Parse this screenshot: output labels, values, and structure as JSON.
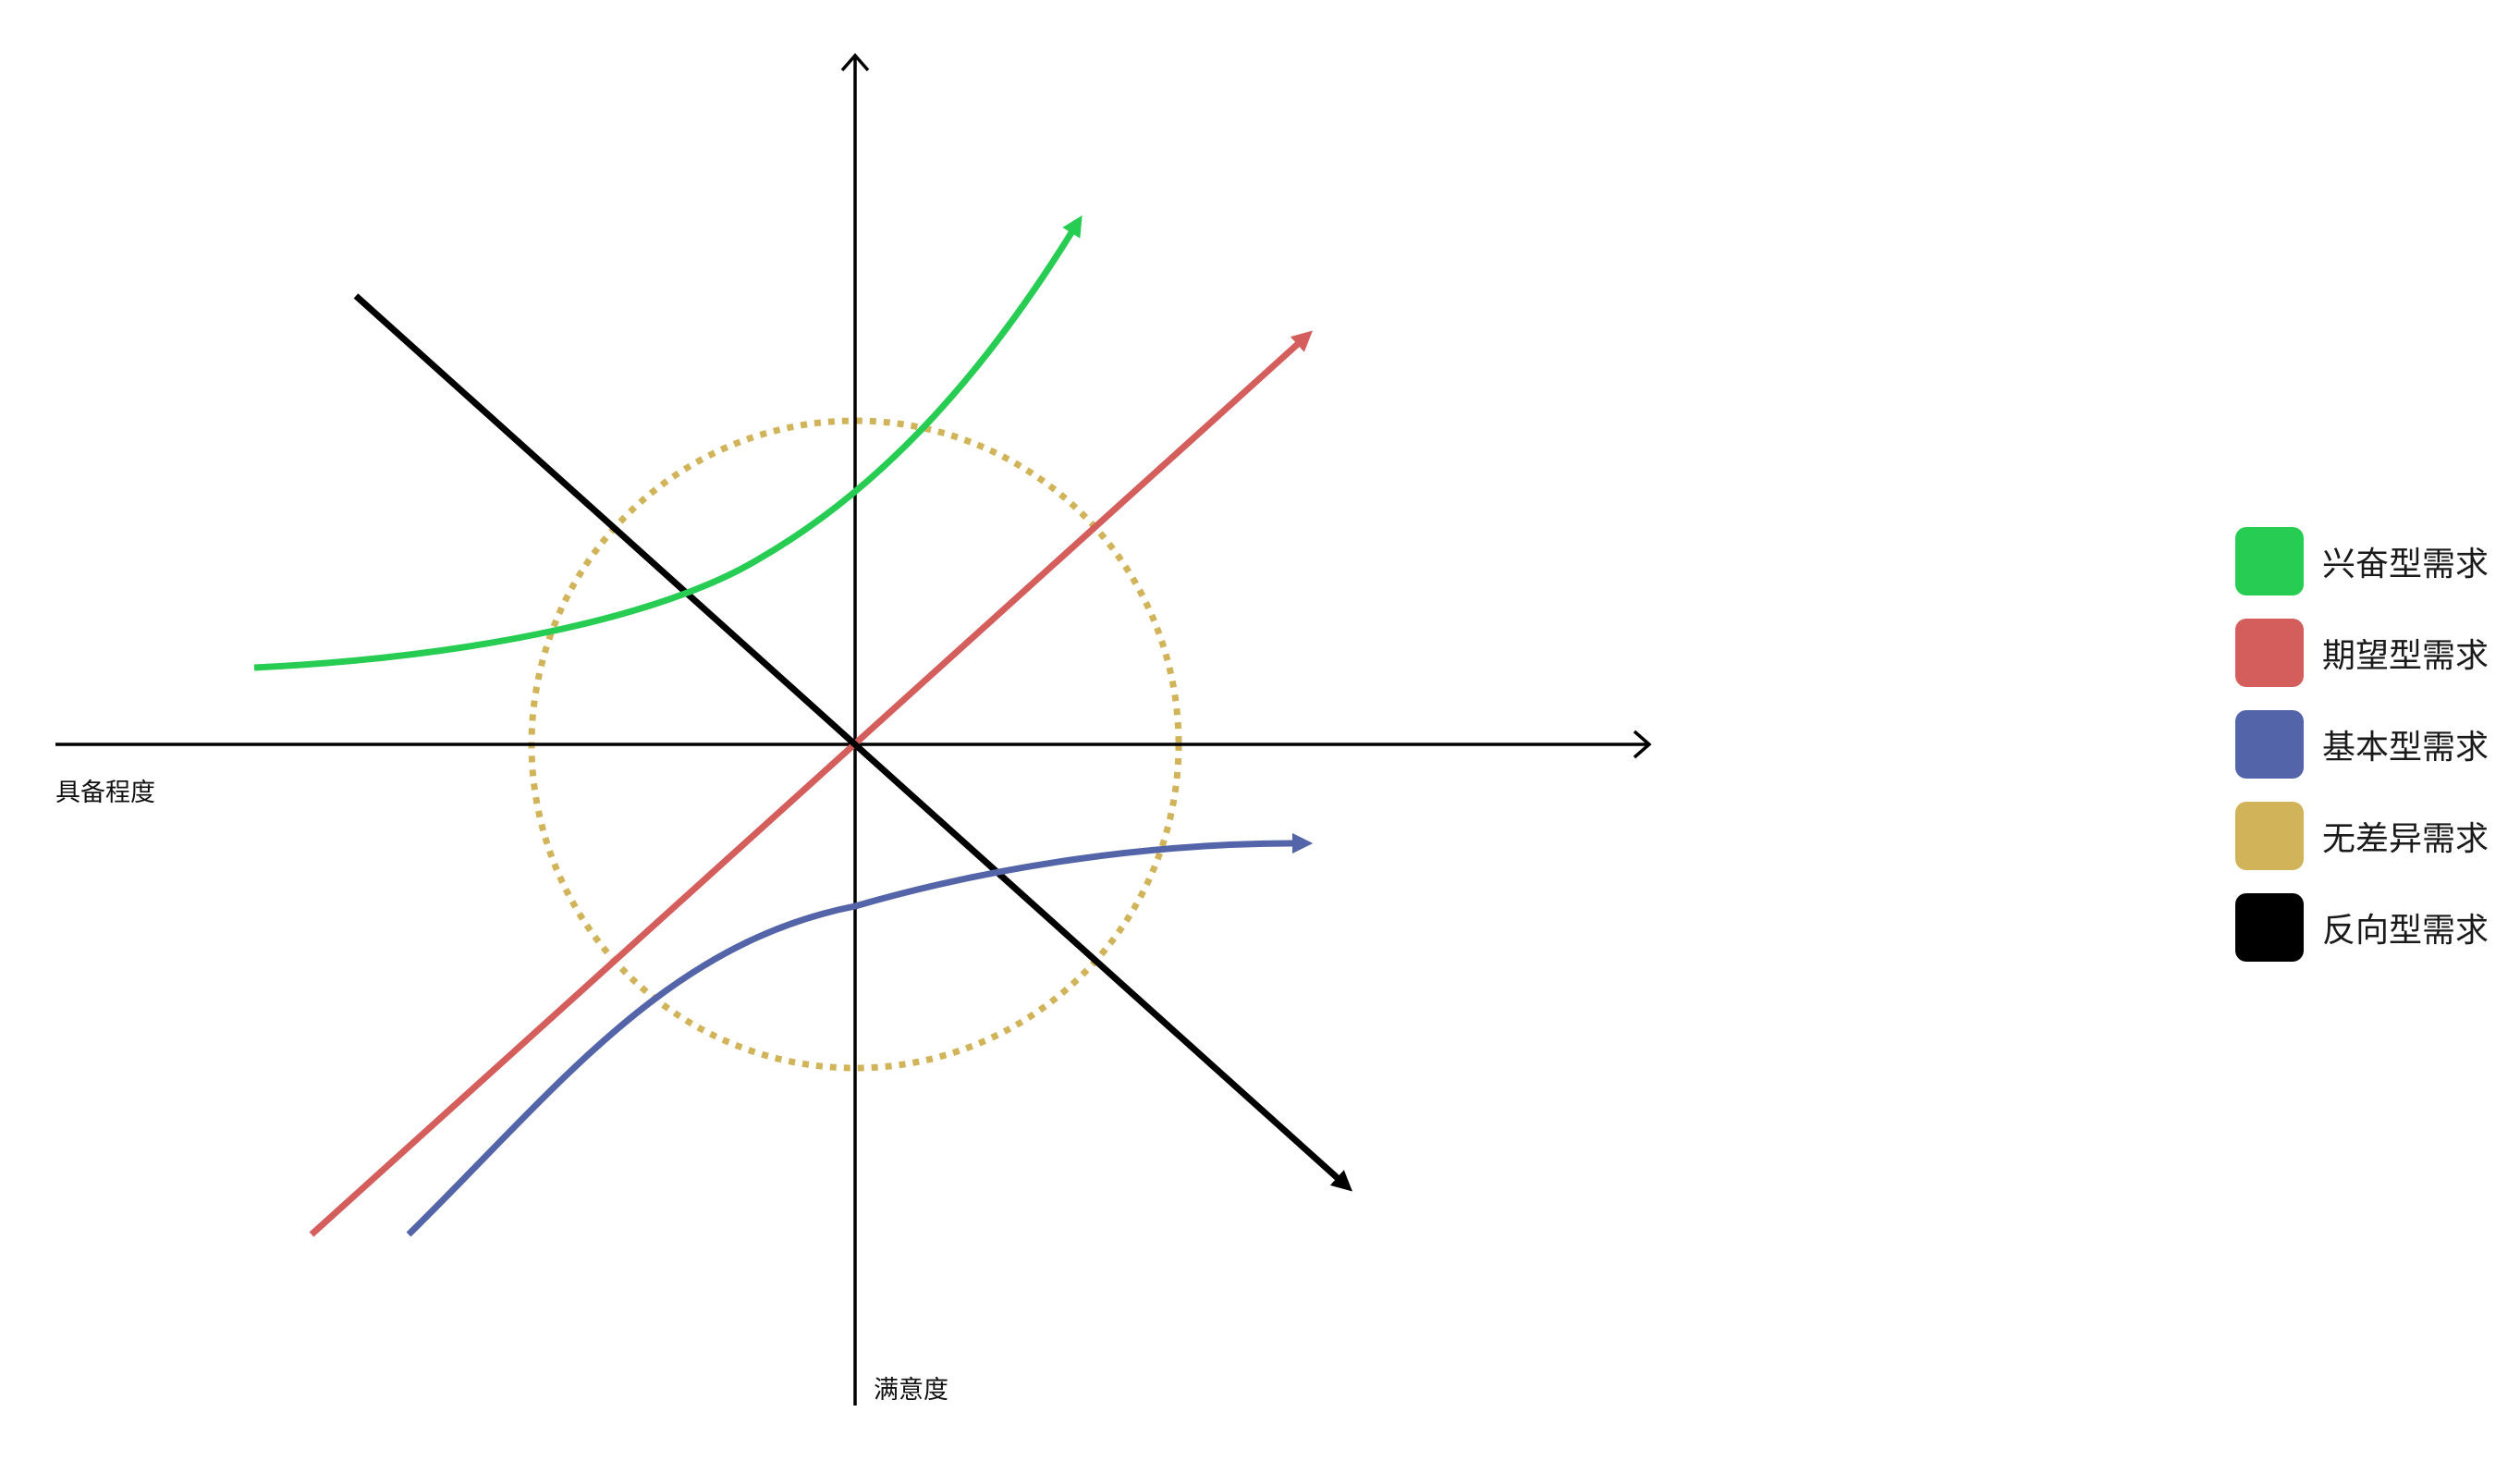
{
  "axes": {
    "x_label": "具备程度",
    "y_label": "满意度"
  },
  "legend": {
    "items": [
      {
        "key": "excitement",
        "label": "兴奋型需求",
        "color": "#27cd52"
      },
      {
        "key": "expected",
        "label": "期望型需求",
        "color": "#d45e5b"
      },
      {
        "key": "basic",
        "label": "基本型需求",
        "color": "#5364a8"
      },
      {
        "key": "indifferent",
        "label": "无差异需求",
        "color": "#d1b45a"
      },
      {
        "key": "reverse",
        "label": "反向型需求",
        "color": "#000000"
      }
    ]
  },
  "colors": {
    "axis": "#000000",
    "background": "#ffffff"
  }
}
